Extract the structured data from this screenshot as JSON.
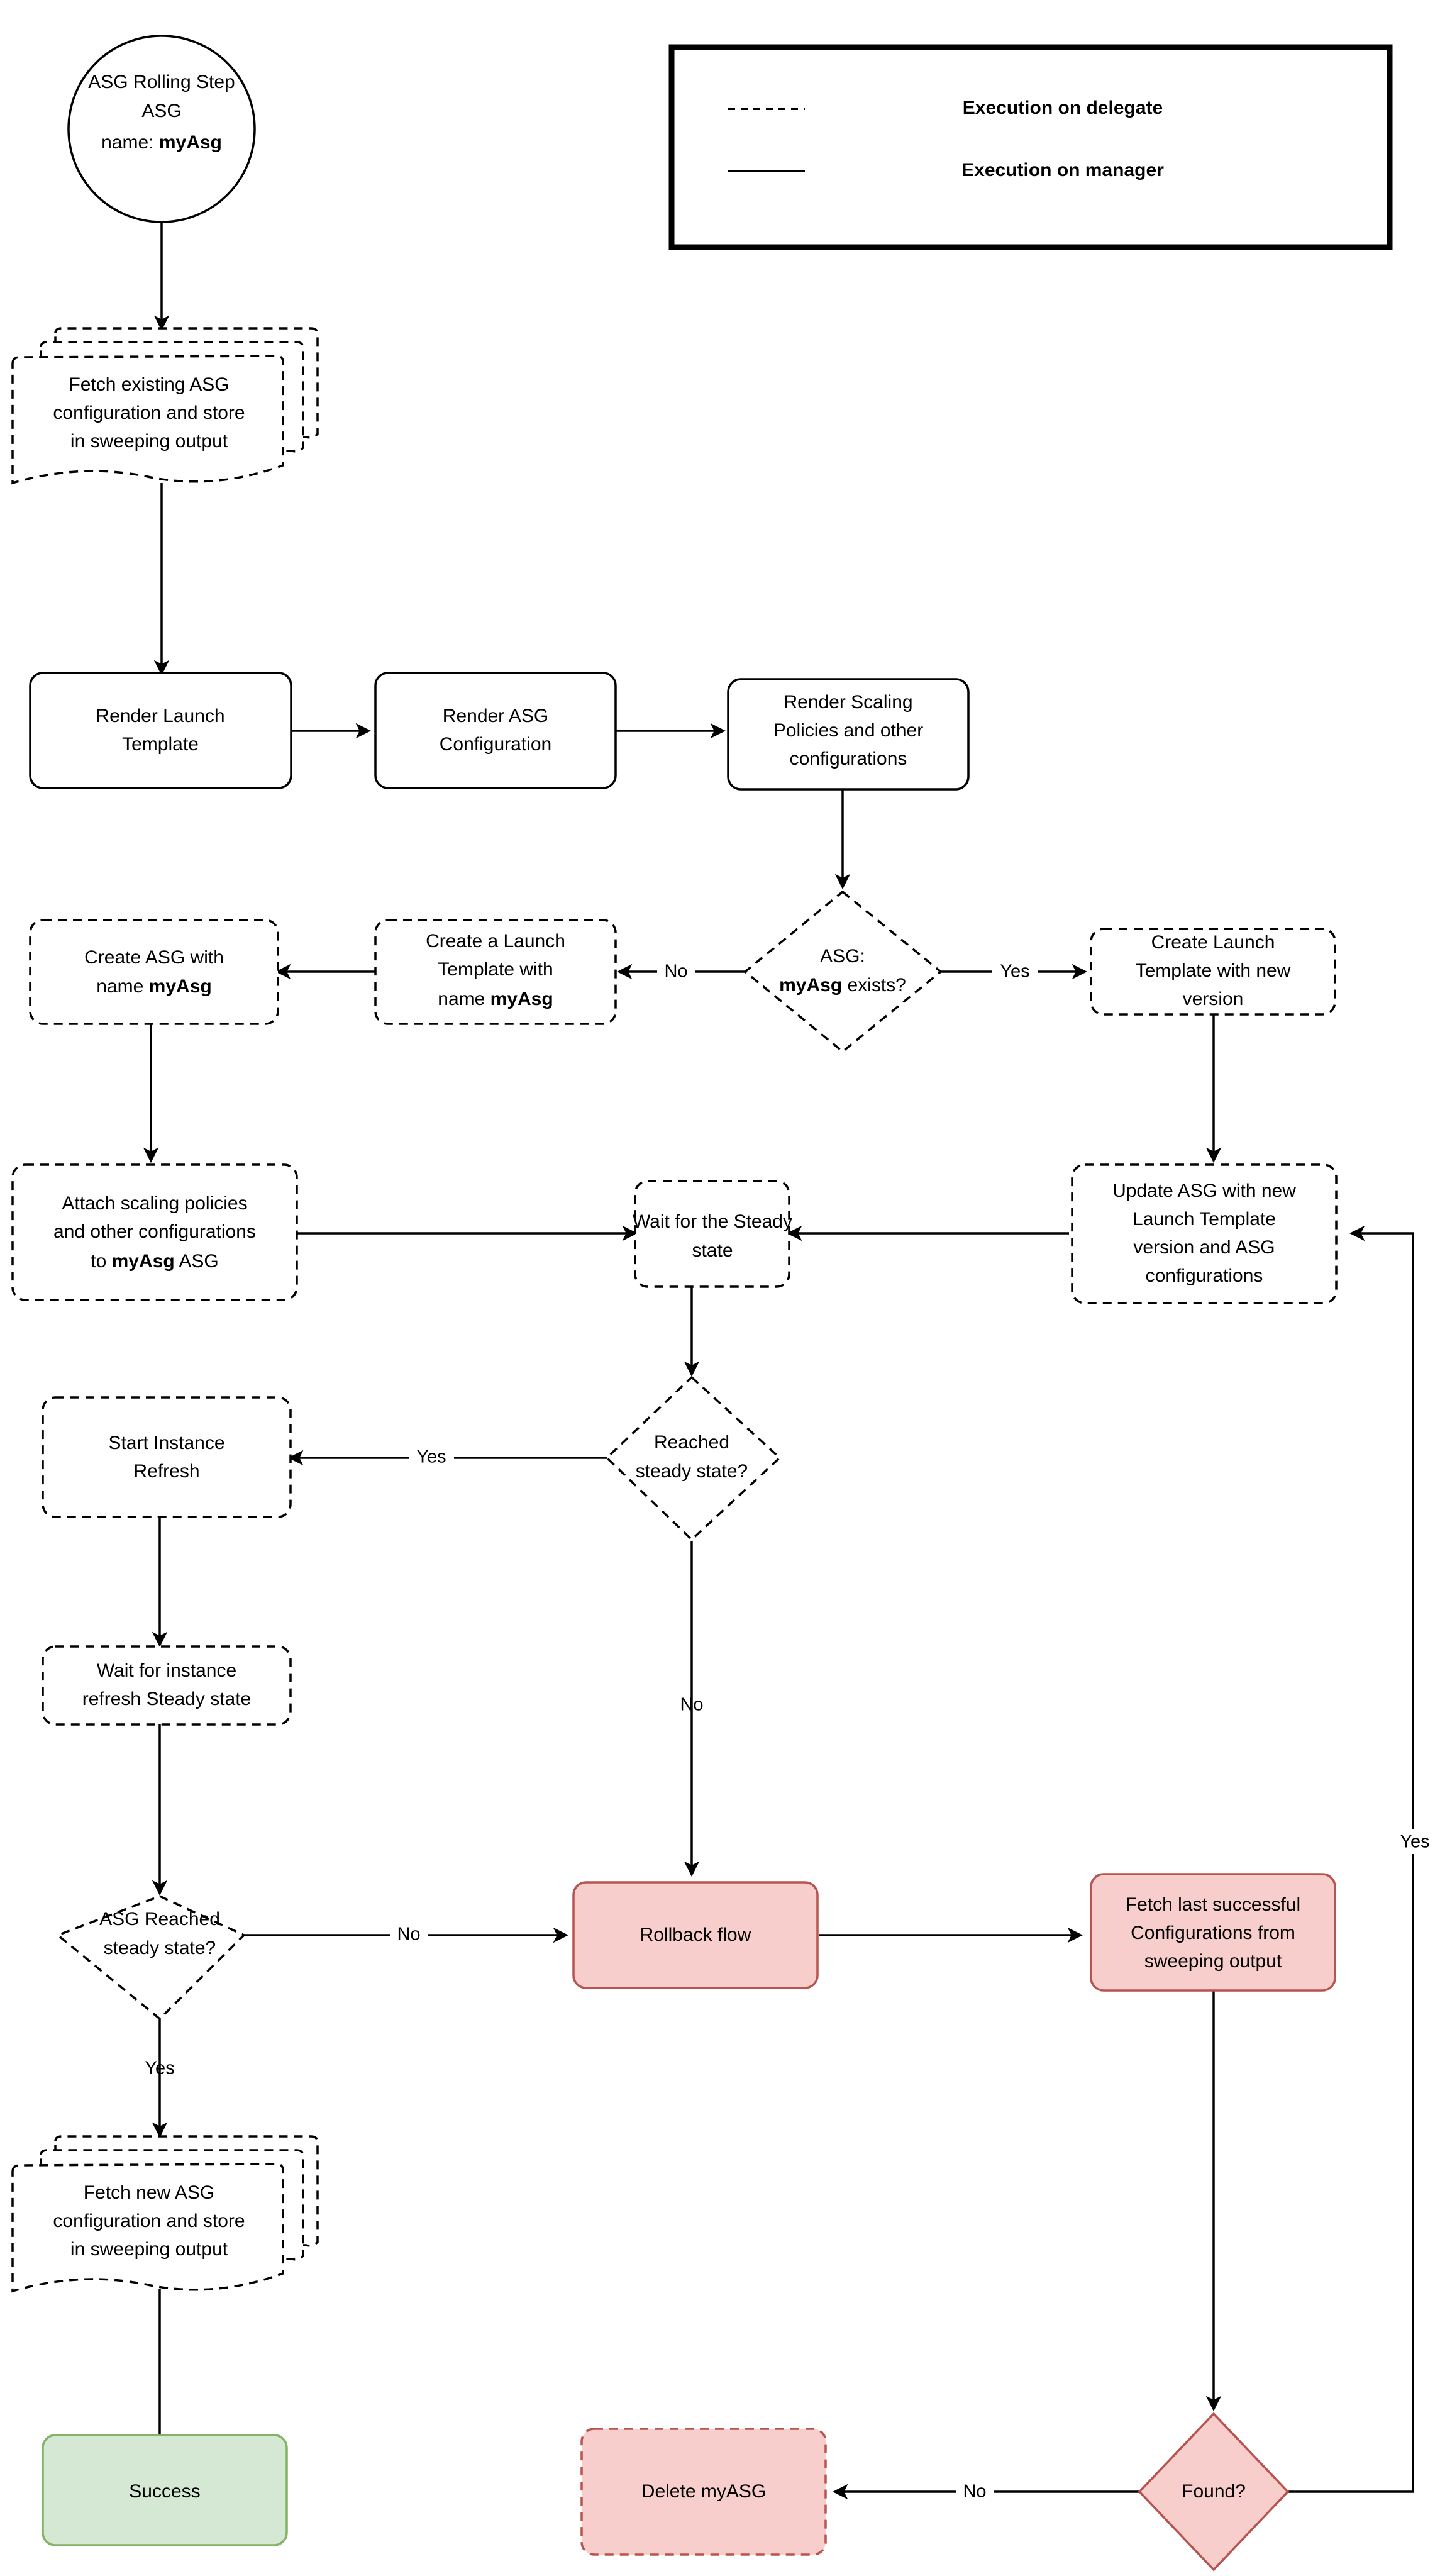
{
  "diagram": {
    "title": "ASG Rolling Step flowchart",
    "colors": {
      "red_fill": "#f8cecc",
      "red_stroke": "#b85450",
      "green_fill": "#d5e8d4",
      "green_stroke": "#82b366",
      "line": "#000000",
      "background": "#ffffff"
    }
  },
  "legend": {
    "items": [
      {
        "style": "dashed",
        "label": "Execution on delegate"
      },
      {
        "style": "solid",
        "label": "Execution on manager"
      }
    ]
  },
  "nodes": {
    "start": {
      "shape": "circle",
      "line1": "ASG Rolling Step",
      "line2": "ASG",
      "line3_prefix": "name: ",
      "line3_bold": "myAsg"
    },
    "fetch_existing": {
      "shape": "multi-document",
      "style": "dashed",
      "line1": "Fetch existing ASG",
      "line2": "configuration and store",
      "line3": "in sweeping output"
    },
    "render_launch_template": {
      "shape": "rounded-rect",
      "style": "solid",
      "line1": "Render Launch",
      "line2": "Template"
    },
    "render_asg_config": {
      "shape": "rounded-rect",
      "style": "solid",
      "line1": "Render ASG",
      "line2": "Configuration"
    },
    "render_scaling_policies": {
      "shape": "rounded-rect",
      "style": "solid",
      "line1": "Render Scaling",
      "line2": "Policies and other",
      "line3": "configurations"
    },
    "asg_exists_decision": {
      "shape": "diamond",
      "style": "dashed",
      "line1": "ASG:",
      "line2_bold": "myAsg",
      "line2_rest": " exists?"
    },
    "create_launch_template_named": {
      "shape": "rounded-rect",
      "style": "dashed",
      "line1": "Create a Launch",
      "line2": "Template with",
      "line3_prefix": "name ",
      "line3_bold": "myAsg"
    },
    "create_asg_named": {
      "shape": "rounded-rect",
      "style": "dashed",
      "line1": "Create ASG with",
      "line2_prefix": "name ",
      "line2_bold": "myAsg"
    },
    "create_launch_template_new_version": {
      "shape": "rounded-rect",
      "style": "dashed",
      "line1": "Create Launch",
      "line2": "Template with new",
      "line3": "version"
    },
    "attach_scaling_policies": {
      "shape": "rounded-rect",
      "style": "dashed",
      "line1": "Attach scaling policies",
      "line2": "and other configurations",
      "line3_prefix": "to ",
      "line3_bold": "myAsg",
      "line3_suffix": " ASG"
    },
    "wait_steady_state": {
      "shape": "rounded-rect",
      "style": "dashed",
      "line1": "Wait for the Steady",
      "line2": "state"
    },
    "update_asg": {
      "shape": "rounded-rect",
      "style": "dashed",
      "line1": "Update ASG with new",
      "line2": "Launch Template",
      "line3": "version and ASG",
      "line4": "configurations"
    },
    "reached_steady_state_decision": {
      "shape": "diamond",
      "style": "dashed",
      "line1": "Reached",
      "line2": "steady state?"
    },
    "start_instance_refresh": {
      "shape": "rounded-rect",
      "style": "dashed",
      "line1": "Start Instance",
      "line2": "Refresh"
    },
    "wait_instance_refresh": {
      "shape": "rounded-rect",
      "style": "dashed",
      "line1": "Wait for instance",
      "line2": "refresh Steady state"
    },
    "asg_reached_steady_decision": {
      "shape": "diamond",
      "style": "dashed",
      "line1": "ASG Reached",
      "line2": "steady state?"
    },
    "rollback_flow": {
      "shape": "rounded-rect",
      "style": "red",
      "line1": "Rollback flow"
    },
    "fetch_last_successful": {
      "shape": "rounded-rect",
      "style": "red",
      "line1": "Fetch last successful",
      "line2": "Configurations from",
      "line3": "sweeping output"
    },
    "fetch_new_asg": {
      "shape": "multi-document",
      "style": "dashed",
      "line1": "Fetch new ASG",
      "line2": "configuration and store",
      "line3": "in sweeping output"
    },
    "success": {
      "shape": "rounded-rect",
      "style": "green",
      "line1": "Success"
    },
    "delete_myasg": {
      "shape": "rounded-rect",
      "style": "red-dashed",
      "line1": "Delete myASG"
    },
    "found_decision": {
      "shape": "diamond",
      "style": "red",
      "line1": "Found?"
    }
  },
  "edge_labels": {
    "asg_exists_no": "No",
    "asg_exists_yes": "Yes",
    "reached_steady_yes": "Yes",
    "reached_steady_no": "No",
    "asg_reached_no": "No",
    "asg_reached_yes": "Yes",
    "found_no": "No",
    "found_yes": "Yes"
  }
}
